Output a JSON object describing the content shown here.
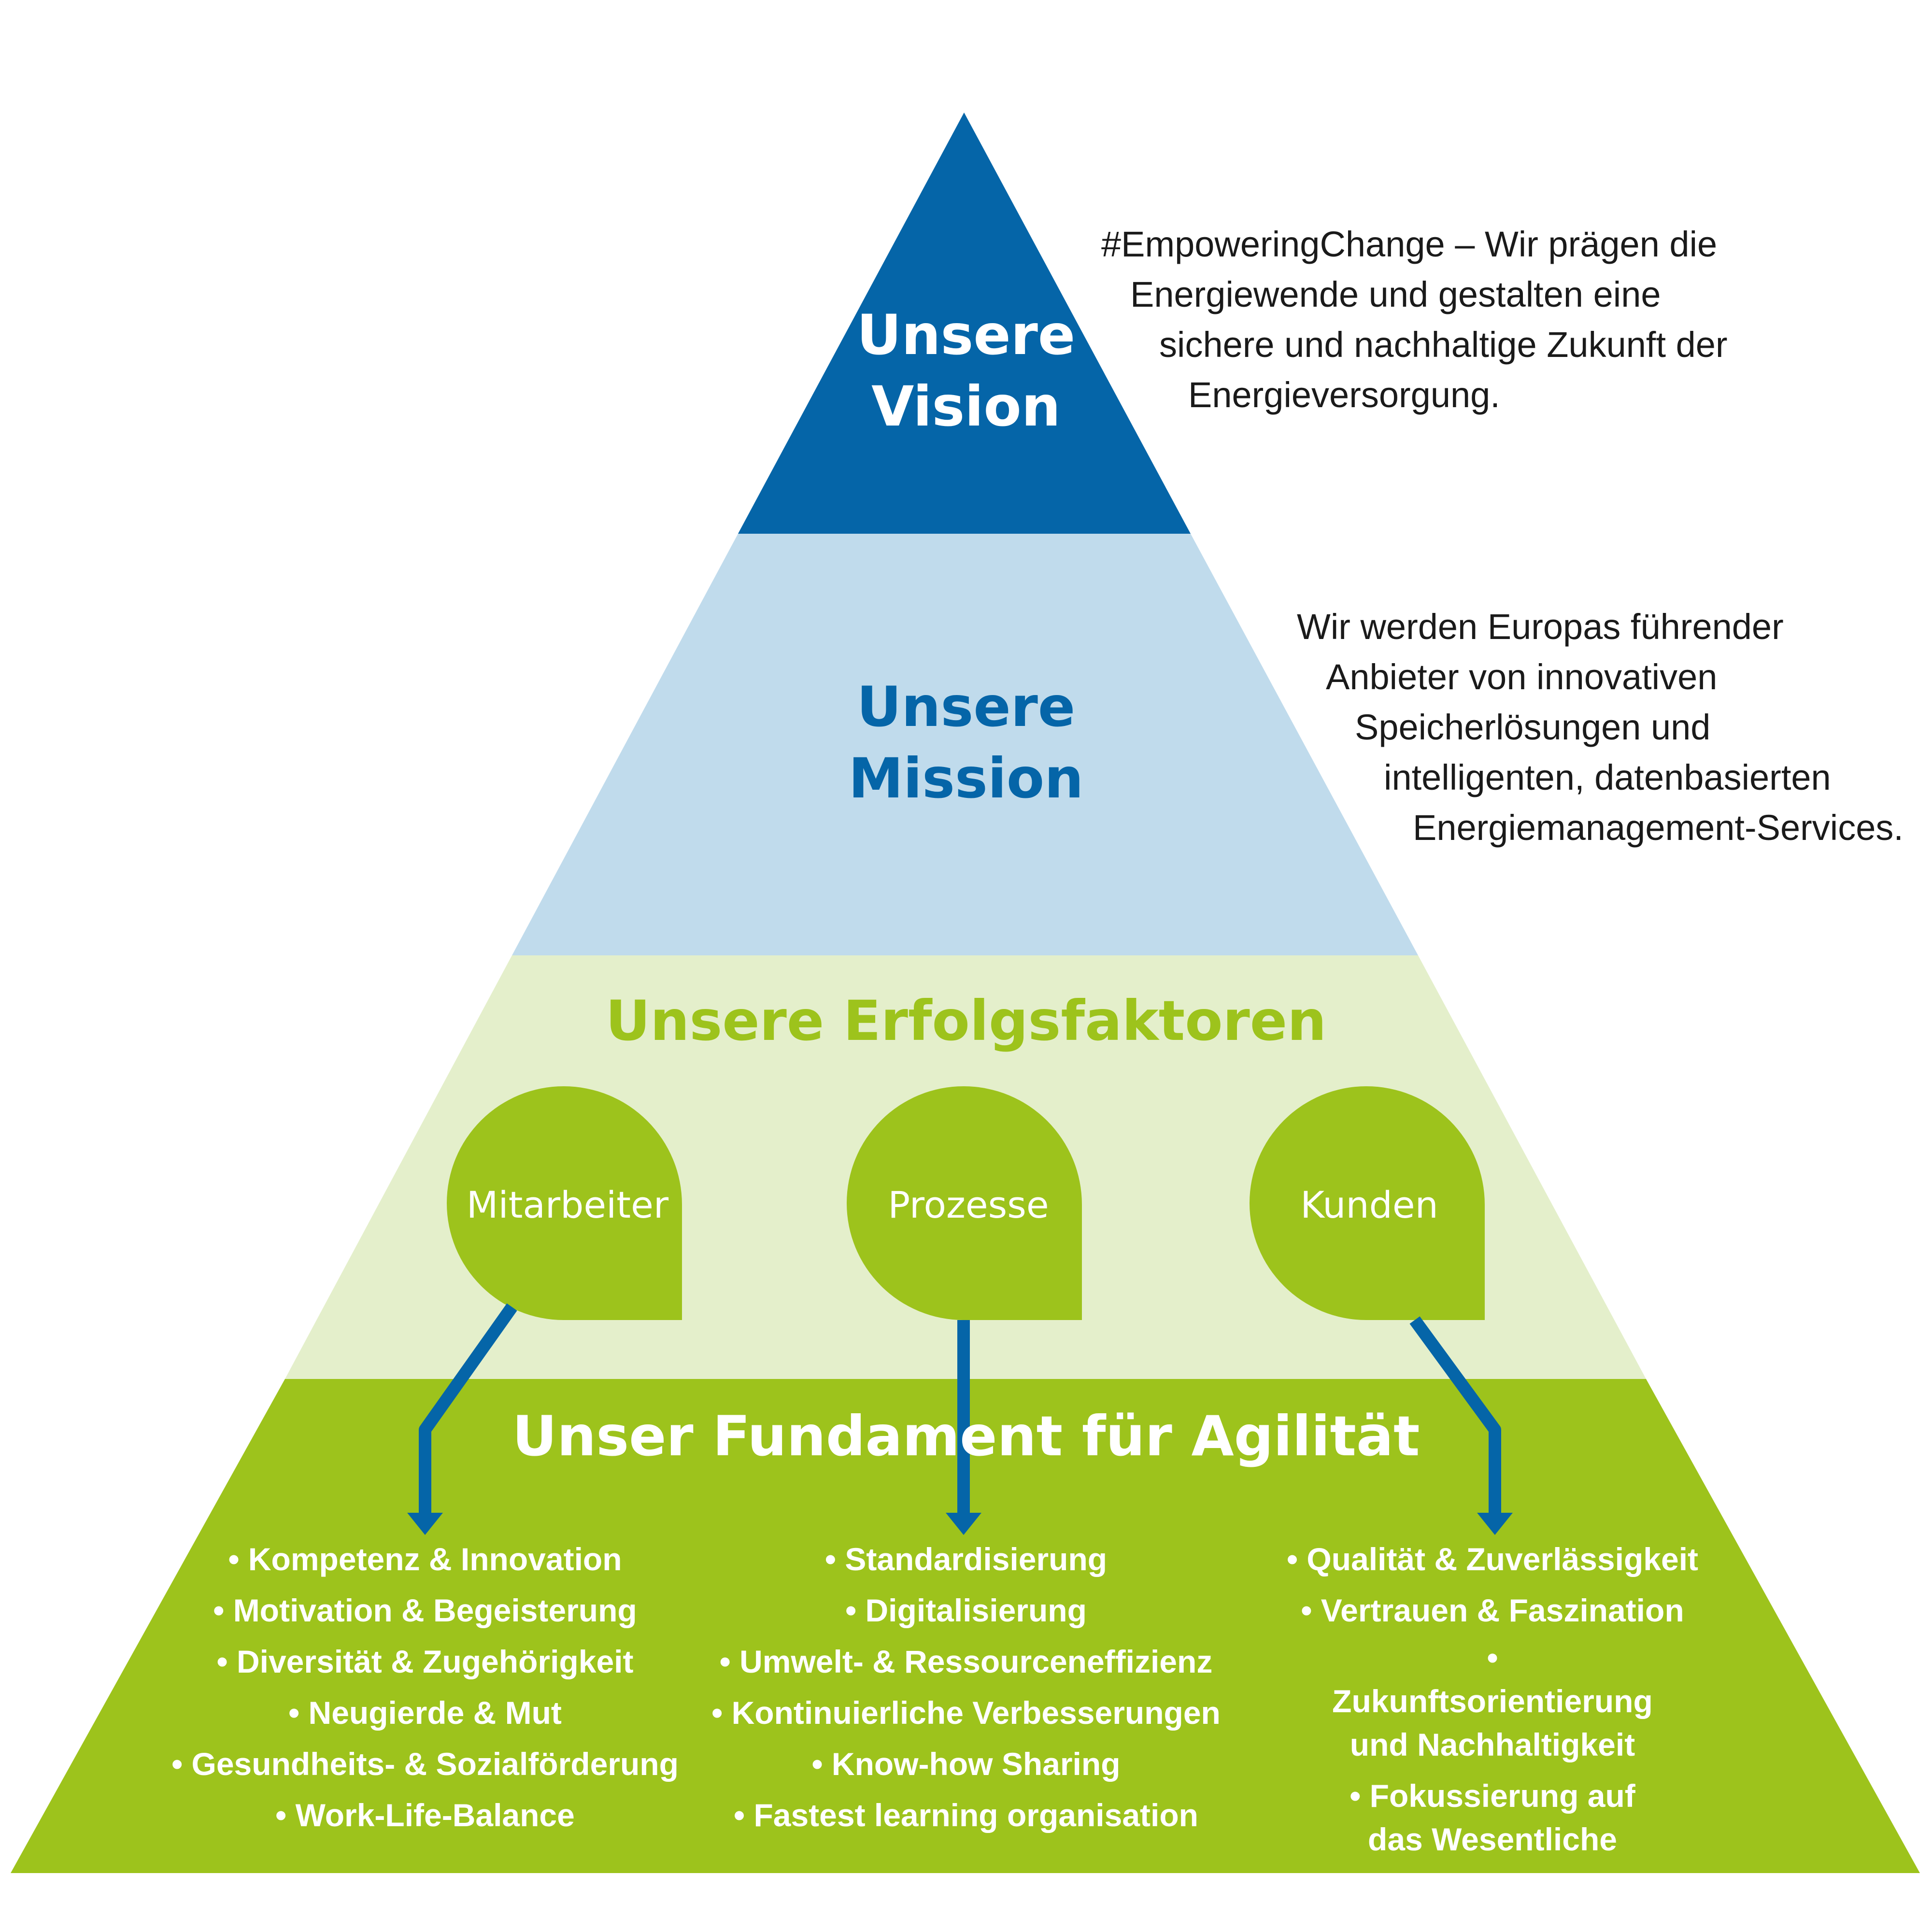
{
  "colors": {
    "vision": "#0565a8",
    "mission": "#c0dbec",
    "erfolgsfaktoren": "#e4efcb",
    "fundament": "#9dc31c",
    "arrow": "#0565a8",
    "text": "#1a1a1a"
  },
  "vision": {
    "title": "Unsere Vision",
    "statement_lines": [
      "#EmpoweringChange – Wir prägen die",
      "Energiewende und gestalten eine",
      "sichere und nachhaltige Zukunft der",
      "Energieversorgung."
    ]
  },
  "mission": {
    "title": "Unsere Mission",
    "statement_lines": [
      "Wir werden Europas führender",
      "Anbieter von innovativen",
      "Speicherlösungen und",
      "intelligenten, datenbasierten",
      "Energiemanagement-Services."
    ]
  },
  "erfolgsfaktoren": {
    "title": "Unsere Erfolgsfaktoren",
    "factors": [
      "Mitarbeiter",
      "Prozesse",
      "Kunden"
    ]
  },
  "fundament": {
    "title": "Unser Fundament für Agilität",
    "columns": [
      {
        "items": [
          "• Kompetenz & Innovation",
          "• Motivation & Begeisterung",
          "• Diversität & Zugehörigkeit",
          "• Neugierde & Mut",
          "• Gesundheits- & Sozialförderung",
          "• Work-Life-Balance"
        ]
      },
      {
        "items": [
          "• Standardisierung",
          "• Digitalisierung",
          "• Umwelt- & Ressourceneffizienz",
          "• Kontinuierliche Verbesserungen",
          "• Know-how Sharing",
          "• Fastest learning organisation"
        ]
      },
      {
        "items": [
          "• Qualität & Zuverlässigkeit",
          "• Vertrauen & Faszination",
          "• Zukunftsorientierung und Nachhaltigkeit",
          "• Fokussierung auf das Wesentliche"
        ]
      }
    ]
  }
}
